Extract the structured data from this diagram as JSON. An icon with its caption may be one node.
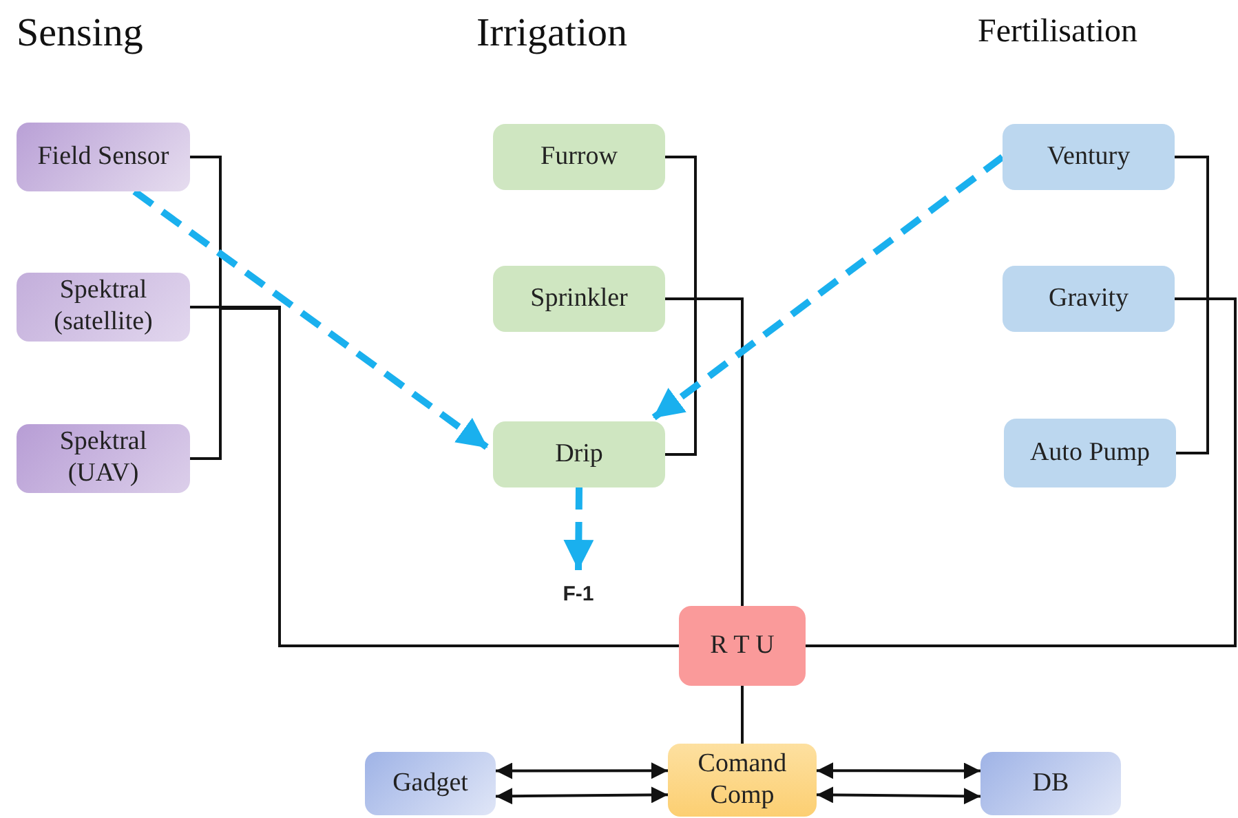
{
  "diagram": {
    "nodes": [
      {
        "text": [
          "Field Sensor"
        ]
      },
      {
        "text": [
          "Spektral (satellite)"
        ]
      },
      {
        "text": [
          "Spektral (UAV)"
        ]
      },
      {
        "text": [
          "Furrow"
        ]
      },
      {
        "text": [
          "Sprinkler"
        ]
      },
      {
        "text": [
          "Drip"
        ]
      },
      {
        "text": [
          "Ventury"
        ]
      },
      {
        "text": [
          "Gravity"
        ]
      },
      {
        "text": [
          "Auto Pump"
        ]
      },
      {
        "text": [
          "F-1"
        ]
      },
      {
        "text": [
          "R T U"
        ]
      },
      {
        "text": [
          "Gadget"
        ]
      },
      {
        "text": [
          "Comand Comp"
        ]
      },
      {
        "text": [
          "DB"
        ]
      }
    ],
    "edges": [
      {
        "from": 0,
        "to": 10,
        "arrow": "none"
      },
      {
        "from": 1,
        "to": 10,
        "arrow": "none"
      },
      {
        "from": 2,
        "to": 10,
        "arrow": "none"
      },
      {
        "from": 3,
        "to": 10,
        "arrow": "none"
      },
      {
        "from": 4,
        "to": 10,
        "arrow": "none"
      },
      {
        "from": 5,
        "to": 10,
        "arrow": "none"
      },
      {
        "from": 6,
        "to": 10,
        "arrow": "none"
      },
      {
        "from": 7,
        "to": 10,
        "arrow": "none"
      },
      {
        "from": 8,
        "to": 10,
        "arrow": "none"
      },
      {
        "from": 0,
        "to": 5,
        "arrow": "to",
        "style": "dashed",
        "color": "#1ab0ee"
      },
      {
        "from": 6,
        "to": 5,
        "arrow": "to",
        "style": "dashed",
        "color": "#1ab0ee"
      },
      {
        "from": 5,
        "to": 9,
        "arrow": "to",
        "style": "dashed",
        "color": "#1ab0ee"
      },
      {
        "from": 12,
        "to": 10,
        "arrow": "none"
      },
      {
        "from": 11,
        "to": 12,
        "arrow": "both"
      },
      {
        "from": 11,
        "to": 12,
        "arrow": "both"
      },
      {
        "from": 12,
        "to": 13,
        "arrow": "both"
      },
      {
        "from": 12,
        "to": 13,
        "arrow": "both"
      }
    ],
    "labels": [
      "Sensing",
      "Irrigation",
      "Fertilisation"
    ]
  }
}
